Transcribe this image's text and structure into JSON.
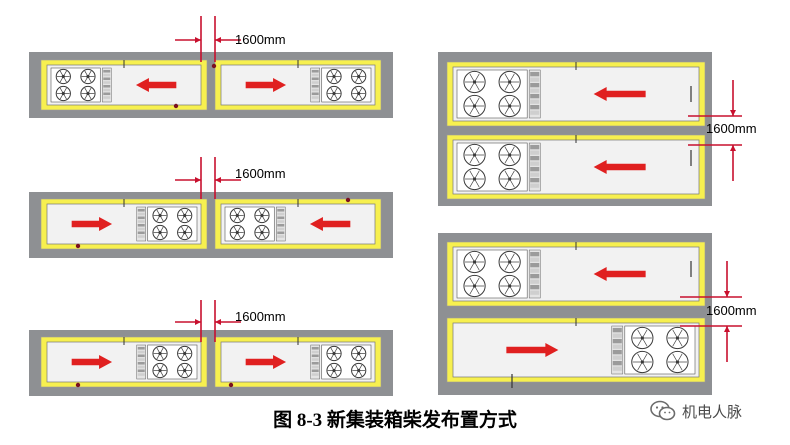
{
  "diagram": {
    "dimension_label": "1600mm"
  },
  "caption": "图 8-3 新集装箱柴发布置方式",
  "watermark": {
    "text": "机电人脉",
    "icon": "wechat-icon"
  },
  "colors": {
    "pad": "#8e9093",
    "frame": "#f7f04f",
    "container": "#f2f2f2",
    "arrow": "#e02020",
    "fan": "#3a3a3a",
    "dimension": "#c8102e"
  },
  "layouts": [
    {
      "group": "horizontal-1",
      "left_unit_direction": "left",
      "right_unit_direction": "right",
      "left_fans": "left",
      "right_fans": "right"
    },
    {
      "group": "horizontal-2",
      "left_unit_direction": "right",
      "right_unit_direction": "left",
      "left_fans": "right",
      "right_fans": "left"
    },
    {
      "group": "horizontal-3",
      "left_unit_direction": "right",
      "right_unit_direction": "right",
      "left_fans": "right",
      "right_fans": "right"
    },
    {
      "group": "vertical-1",
      "top_unit_direction": "left",
      "bottom_unit_direction": "left",
      "top_fans": "left",
      "bottom_fans": "left"
    },
    {
      "group": "vertical-2",
      "top_unit_direction": "left",
      "bottom_unit_direction": "right",
      "top_fans": "left",
      "bottom_fans": "right"
    }
  ]
}
